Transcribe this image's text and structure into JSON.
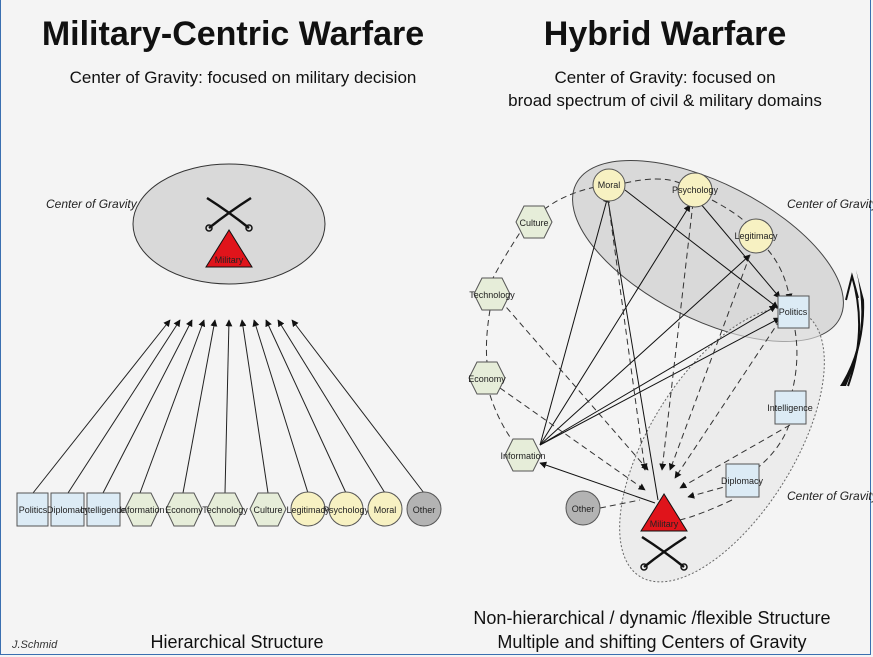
{
  "left": {
    "title": "Military-Centric Warfare",
    "subtitle": "Center of Gravity: focused on military decision",
    "cog_label": "Center of Gravity",
    "military_label": "Military",
    "nodes": [
      "Politics",
      "Diplomacy",
      "Intelligence",
      "Information",
      "Economy",
      "Technology",
      "Culture",
      "Legitimacy",
      "Psychology",
      "Moral",
      "Other"
    ],
    "footer": "Hierarchical Structure",
    "author": "J.Schmid"
  },
  "right": {
    "title": "Hybrid Warfare",
    "subtitle_line1": "Center of Gravity: focused on",
    "subtitle_line2": "broad spectrum of civil & military domains",
    "cog_label_top": "Center of Gravity",
    "cog_label_bottom": "Center of Gravity",
    "military_label": "Military",
    "nodes": {
      "moral": "Moral",
      "psychology": "Psychology",
      "legitimacy": "Legitimacy",
      "politics": "Politics",
      "intelligence": "Intelligence",
      "diplomacy": "Diplomacy",
      "culture": "Culture",
      "technology": "Technology",
      "economy": "Economy",
      "information": "Information",
      "other": "Other"
    },
    "footer_line1": "Non-hierarchical / dynamic /flexible Structure",
    "footer_line2": "Multiple and shifting Centers of Gravity"
  },
  "colors": {
    "square_fill": "#dcebf5",
    "hex_fill": "#e6edd9",
    "circle_fill": "#f7f1c2",
    "other_fill": "#b3b3b3",
    "military_red": "#e0141b",
    "cog_ellipse": "#d9d9d9"
  }
}
